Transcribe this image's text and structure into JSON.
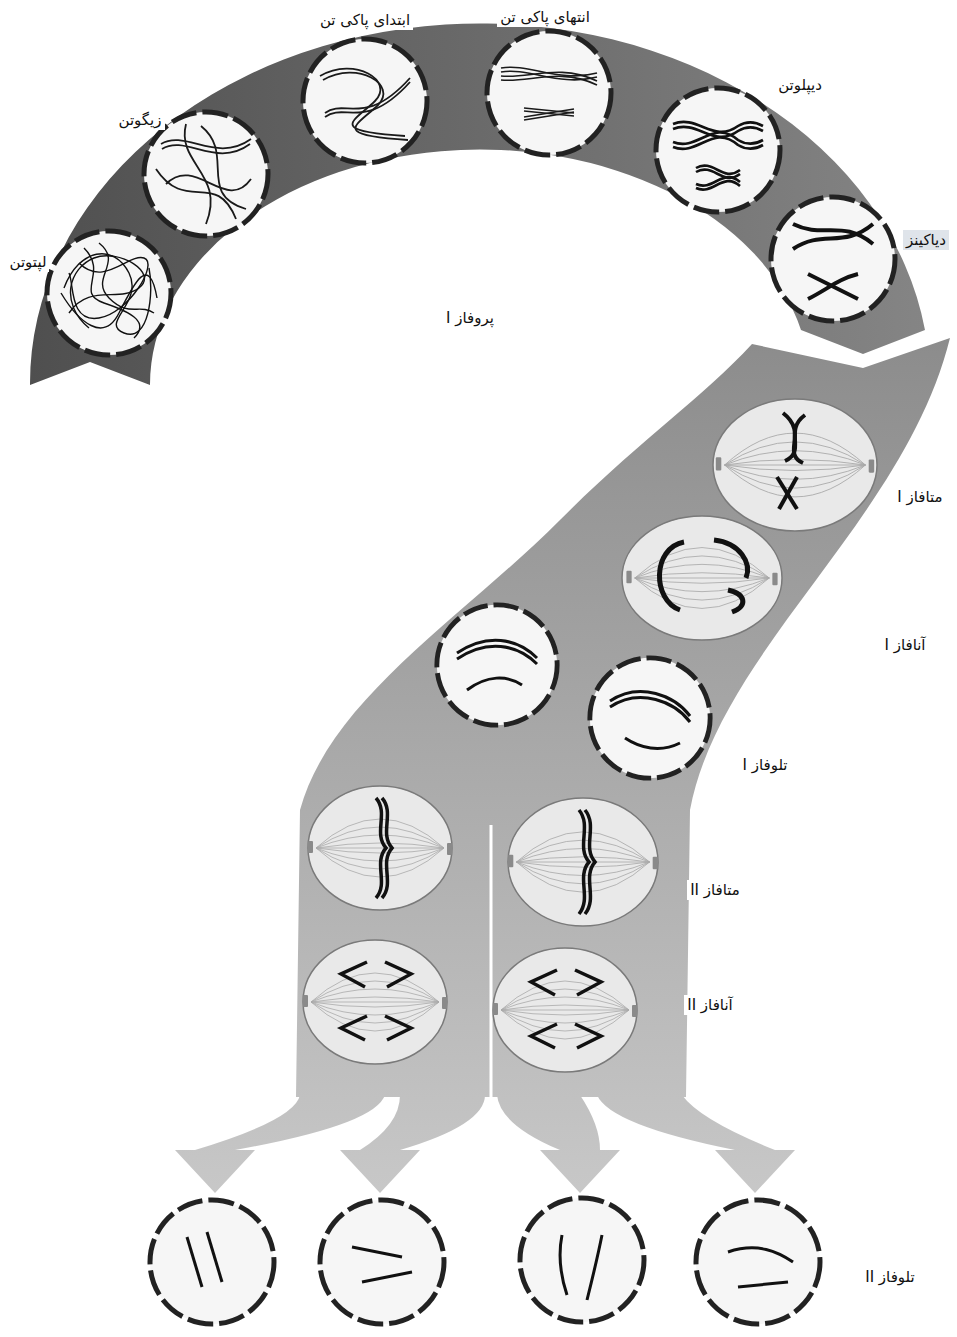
{
  "diagram": {
    "labels": [
      "لپتوتن",
      "زیگوتن",
      "ابتدای پاکی تن",
      "انتهای پاکی تن",
      "دیپلوتن",
      "دیاکینز",
      "پروفاز I",
      "متافاز I",
      "آنافاز I",
      "تلوفاز I",
      "متافاز II",
      "آنافاز II",
      "تلوفاز II"
    ]
  }
}
